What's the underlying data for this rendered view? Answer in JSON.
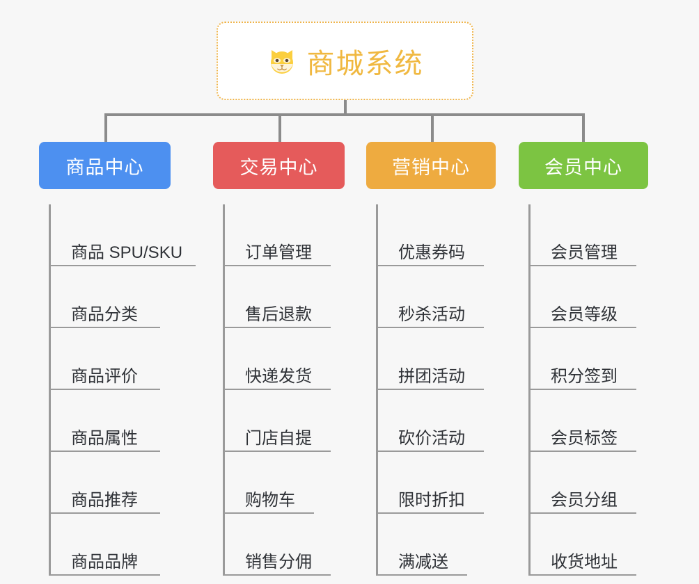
{
  "background_color": "#f7f7f7",
  "root": {
    "title": "商城系统",
    "icon": "shiba-dog-emoji",
    "text_color": "#f0b840",
    "border_color": "#efb44a",
    "border_style": "dotted",
    "background": "#ffffff"
  },
  "connector_color": "#8b8b8b",
  "leaf_line_color": "#9a9a9a",
  "leaf_text_color": "#2f3237",
  "branches": [
    {
      "label": "商品中心",
      "color": "#4d90f0",
      "text_color": "#ffffff",
      "items": [
        "商品 SPU/SKU",
        "商品分类",
        "商品评价",
        "商品属性",
        "商品推荐",
        "商品品牌"
      ]
    },
    {
      "label": "交易中心",
      "color": "#e55b5b",
      "text_color": "#ffffff",
      "items": [
        "订单管理",
        "售后退款",
        "快递发货",
        "门店自提",
        "购物车",
        "销售分佣"
      ]
    },
    {
      "label": "营销中心",
      "color": "#eeab40",
      "text_color": "#ffffff",
      "items": [
        "优惠券码",
        "秒杀活动",
        "拼团活动",
        "砍价活动",
        "限时折扣",
        "满减送"
      ]
    },
    {
      "label": "会员中心",
      "color": "#7cc442",
      "text_color": "#ffffff",
      "items": [
        "会员管理",
        "会员等级",
        "积分签到",
        "会员标签",
        "会员分组",
        "收货地址"
      ]
    }
  ]
}
